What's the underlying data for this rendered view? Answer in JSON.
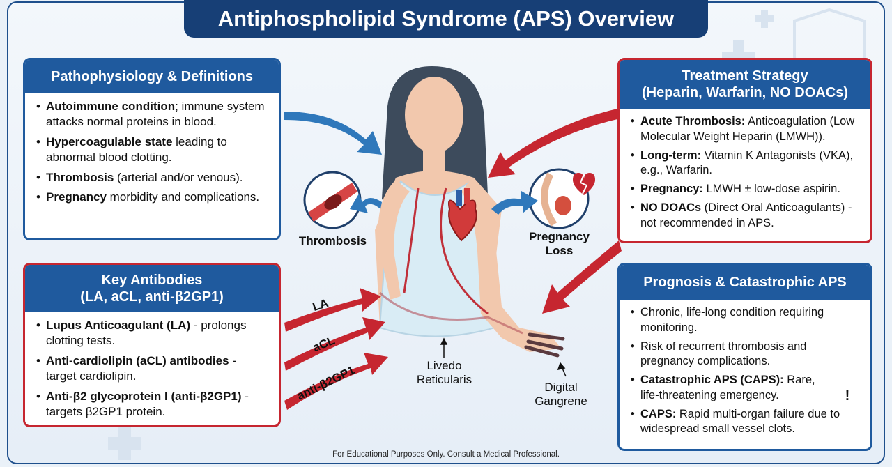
{
  "title": "Antiphospholipid Syndrome (APS) Overview",
  "panels": {
    "patho": {
      "heading": "Pathophysiology & Definitions",
      "items": [
        {
          "bold": "Autoimmune condition",
          "text": "; immune system attacks normal proteins in blood."
        },
        {
          "bold": "Hypercoagulable state",
          "text": " leading to abnormal blood clotting."
        },
        {
          "bold": "Thrombosis",
          "text": " (arterial and/or venous)."
        },
        {
          "bold": "Pregnancy",
          "text": " morbidity and complications."
        }
      ]
    },
    "antibodies": {
      "heading_line1": "Key Antibodies",
      "heading_line2": "(LA, aCL, anti-β2GP1)",
      "items": [
        {
          "bold": "Lupus Anticoagulant (LA)",
          "text": " - prolongs clotting tests."
        },
        {
          "bold": "Anti-cardiolipin (aCL) antibodies",
          "text": " - target cardiolipin."
        },
        {
          "bold": "Anti-β2 glycoprotein I (anti-β2GP1)",
          "text": " - targets β2GP1 protein."
        }
      ]
    },
    "treatment": {
      "heading_line1": "Treatment Strategy",
      "heading_line2": "(Heparin, Warfarin, NO DOACs)",
      "items": [
        {
          "bold": "Acute Thrombosis:",
          "text": " Anticoagulation (Low Molecular Weight Heparin (LMWH))."
        },
        {
          "bold": "Long-term:",
          "text": " Vitamin K Antagonists (VKA), e.g., Warfarin."
        },
        {
          "bold": "Pregnancy:",
          "text": " LMWH ± low-dose aspirin."
        },
        {
          "bold": "NO DOACs",
          "text": " (Direct Oral Anticoagulants) - not recommended in APS."
        }
      ]
    },
    "prognosis": {
      "heading": "Prognosis & Catastrophic APS",
      "items": [
        {
          "bold": "",
          "text": "Chronic, life-long condition requiring monitoring."
        },
        {
          "bold": "",
          "text": "Risk of recurrent thrombosis and pregnancy complications."
        },
        {
          "bold": "Catastrophic APS (CAPS):",
          "text": " Rare, life-threatening emergency."
        },
        {
          "bold": "CAPS:",
          "text": " Rapid multi-organ failure due to widespread small vessel clots."
        }
      ]
    }
  },
  "labels": {
    "thrombosis": "Thrombosis",
    "pregnancy_loss_1": "Pregnancy",
    "pregnancy_loss_2": "Loss",
    "livedo_1": "Livedo",
    "livedo_2": "Reticularis",
    "gangrene_1": "Digital",
    "gangrene_2": "Gangrene",
    "arrow_la": "LA",
    "arrow_acl": "aCL",
    "arrow_b2": "anti-β2GP1",
    "warning": "!"
  },
  "footer": "For Educational Purposes Only. Consult a Medical Professional.",
  "colors": {
    "navy": "#173f76",
    "blue": "#1f5a9e",
    "red": "#c62630"
  }
}
